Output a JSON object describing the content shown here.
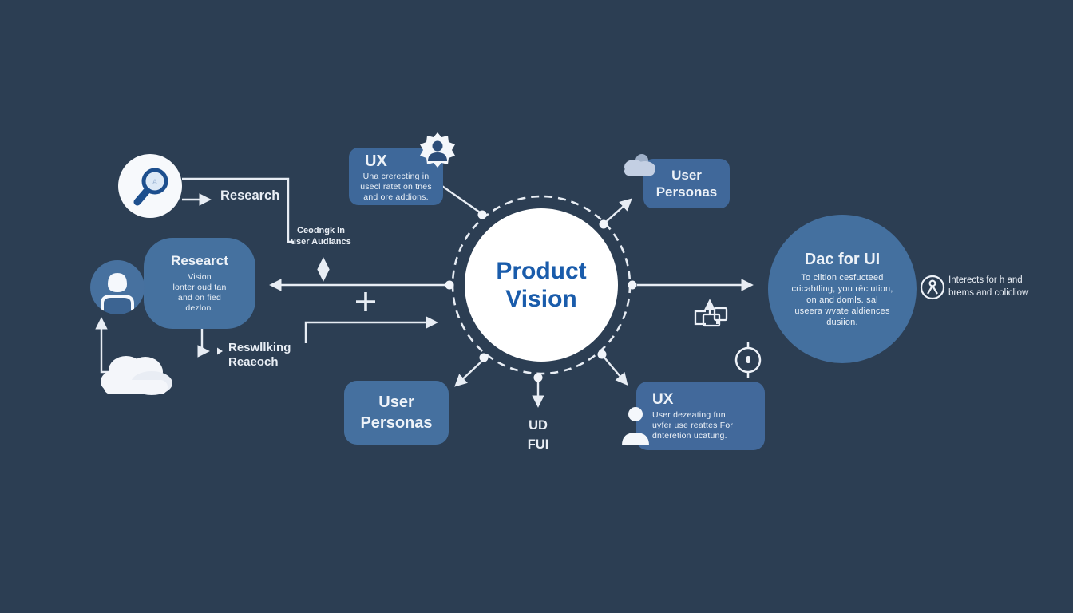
{
  "title": "Product Vision diagram",
  "colors": {
    "background": "#2c3e53",
    "node_blue": "#42699b",
    "circle_blue": "#44709f",
    "white": "#f7f9fc",
    "center_title_blue": "#1a5cab",
    "connector_white": "#e8edf4",
    "magnifier_ring_blue": "#1d4f8e"
  },
  "nodes": {
    "magnifier_label": "Research",
    "audience_note": {
      "lines": [
        "Ceodngk In",
        "user Audiancs"
      ]
    },
    "research_box": {
      "title": "Researct",
      "lines": [
        "Vision",
        "lonter oud tan",
        "and on fied",
        "dezlon."
      ]
    },
    "resulting_note": {
      "lines": [
        "Reswllking",
        "Reaeoch"
      ]
    },
    "ux_top_box": {
      "title": "UX",
      "lines": [
        "Una crerecting in",
        "usecl ratet on tnes",
        "and ore addions."
      ]
    },
    "center_circle": {
      "lines": [
        "Product",
        "Vision"
      ]
    },
    "personas_top_box": {
      "lines": [
        "User",
        "Personas"
      ]
    },
    "dac_circle": {
      "title": "Dac for UI",
      "lines": [
        "To clition cesfucteed",
        "cricabtling, you rēctution,",
        "on and domls. sal",
        "useera wvate aldiences",
        "dusiion."
      ]
    },
    "interacts_note": {
      "lines": [
        "Interects for h and",
        "brems and colicliow"
      ]
    },
    "ud_fui_note": {
      "lines": [
        "UD",
        "FUI"
      ]
    },
    "personas_bottom_box": {
      "lines": [
        "User",
        "Personas"
      ]
    },
    "ux_bottom_box": {
      "title": "UX",
      "lines": [
        "User dezeating fun",
        "uyfer use reattes For",
        "dnteretion ucatung."
      ]
    }
  },
  "icons": {
    "magnifier": "magnifying-glass",
    "avatar": "person-avatar",
    "cloud_bottom_left": "cloud",
    "cloud_top_right": "cloud",
    "badge_person": "person-seal-badge",
    "person_bottom": "person-silhouette",
    "flowchart": "boxes-with-up-arrow",
    "crosshair": "target-circle",
    "clock_person": "person-in-circle"
  }
}
